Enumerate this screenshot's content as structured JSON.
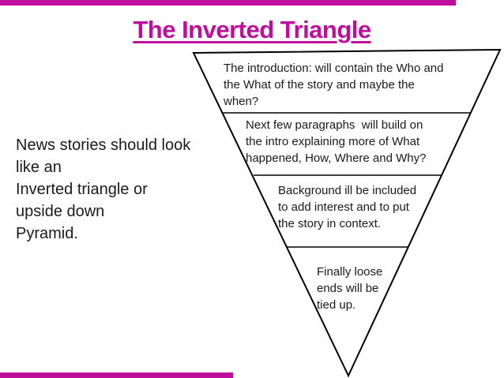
{
  "slide": {
    "title": "The Inverted Triangle"
  },
  "left_note": {
    "text": "News stories should look\nlike an\nInverted triangle or\nupside down\nPyramid."
  },
  "triangle": {
    "sections": [
      {
        "name": "introduction",
        "text": "The introduction: will contain the Who and\nthe What of the story and maybe the\nwhen?"
      },
      {
        "name": "next-paragraphs",
        "text": "Next few paragraphs  will build on\nthe intro explaining more of What\nhappened, How, Where and Why?"
      },
      {
        "name": "background",
        "text": "Background ill be included\nto add interest and to put\nthe story in context."
      },
      {
        "name": "loose-ends",
        "text": "Finally loose\nends will be\ntied up."
      }
    ]
  },
  "colors": {
    "accent": "#c00e9c",
    "text": "#1a1a1a",
    "line": "#000000",
    "background": "#ffffff"
  }
}
